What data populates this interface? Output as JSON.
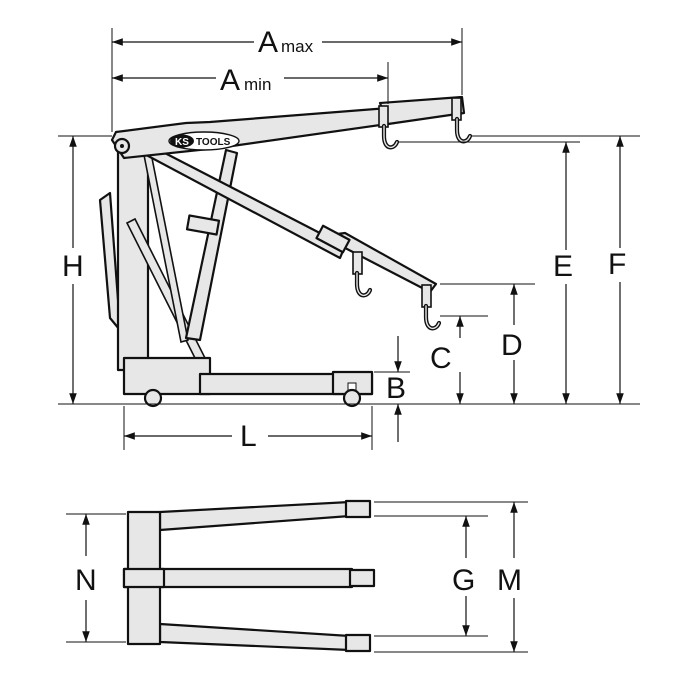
{
  "brand": {
    "ks": "KS",
    "tools": "TOOLS"
  },
  "labels": {
    "a_max_main": "A",
    "a_max_sub": "max",
    "a_min_main": "A",
    "a_min_sub": "min",
    "b": "B",
    "c": "C",
    "d": "D",
    "e": "E",
    "f": "F",
    "h": "H",
    "l": "L",
    "n": "N",
    "g": "G",
    "m": "M"
  }
}
